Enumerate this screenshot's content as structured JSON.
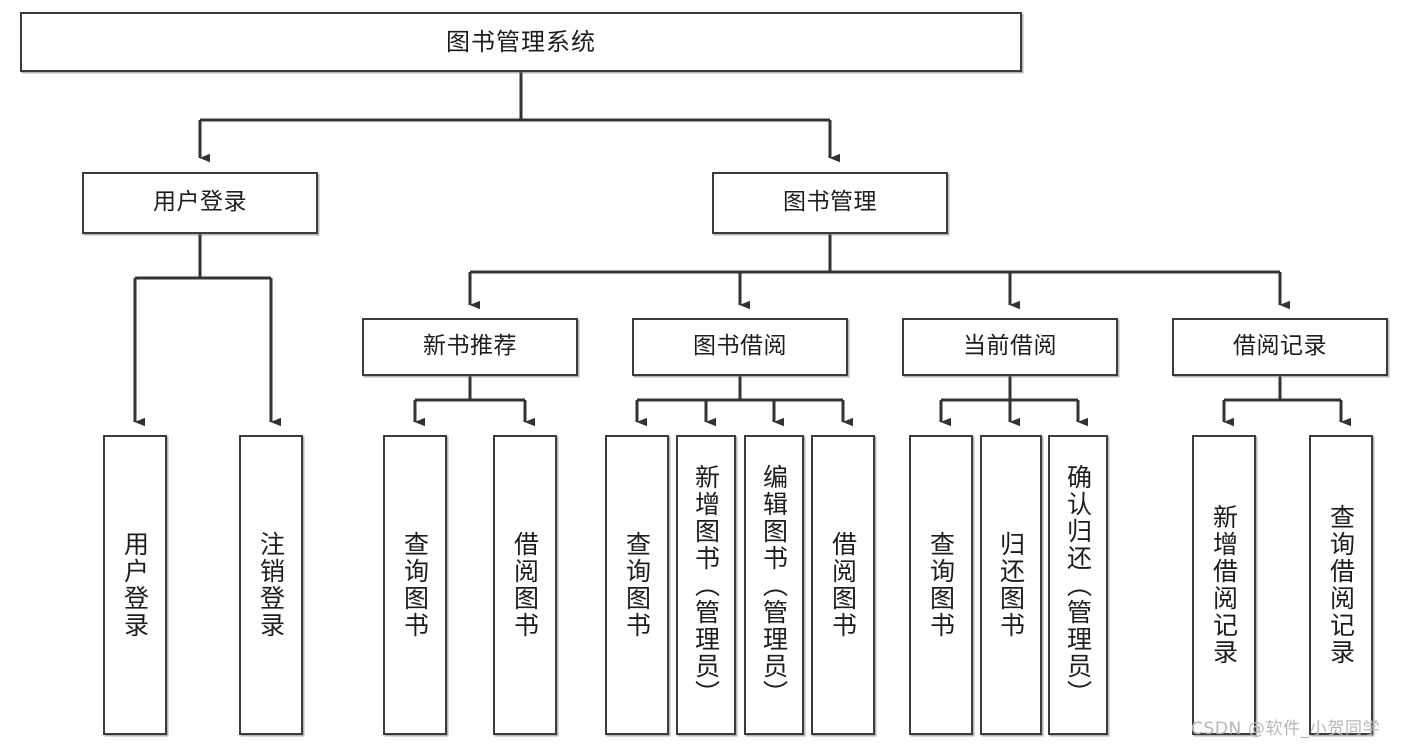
{
  "diagram": {
    "title": "图书管理系统",
    "type": "tree-hierarchy",
    "watermark": "CSDN @软件_小贺同学",
    "colors": {
      "node_border": "#3b3b3b",
      "node_fill": "#ffffff",
      "edge": "#333333",
      "text": "#1d1d1d",
      "watermark": "#b6b6b6"
    },
    "nodes": {
      "root": {
        "label": "图书管理系统",
        "level": 1
      },
      "user_login": {
        "label": "用户登录",
        "level": 2
      },
      "book_manage": {
        "label": "图书管理",
        "level": 2
      },
      "new_book_rec": {
        "label": "新书推荐",
        "level": 3
      },
      "book_borrow": {
        "label": "图书借阅",
        "level": 3
      },
      "current_borrow": {
        "label": "当前借阅",
        "level": 3
      },
      "borrow_record": {
        "label": "借阅记录",
        "level": 3
      },
      "leaf_user_login": {
        "label": "用户登录",
        "level": 3
      },
      "leaf_logout": {
        "label": "注销登录",
        "level": 3
      },
      "leaf_query_book_1": {
        "label": "查询图书",
        "level": 4
      },
      "leaf_borrow_book_1": {
        "label": "借阅图书",
        "level": 4
      },
      "leaf_query_book_2": {
        "label": "查询图书",
        "level": 4
      },
      "leaf_add_book": {
        "label": "新增图书（管理员）",
        "level": 4
      },
      "leaf_edit_book": {
        "label": "编辑图书（管理员）",
        "level": 4
      },
      "leaf_borrow_book_2": {
        "label": "借阅图书",
        "level": 4
      },
      "leaf_query_book_3": {
        "label": "查询图书",
        "level": 4
      },
      "leaf_return_book": {
        "label": "归还图书",
        "level": 4
      },
      "leaf_confirm_return": {
        "label": "确认归还（管理员）",
        "level": 4
      },
      "leaf_add_record": {
        "label": "新增借阅记录",
        "level": 4
      },
      "leaf_query_record": {
        "label": "查询借阅记录",
        "level": 4
      }
    }
  }
}
